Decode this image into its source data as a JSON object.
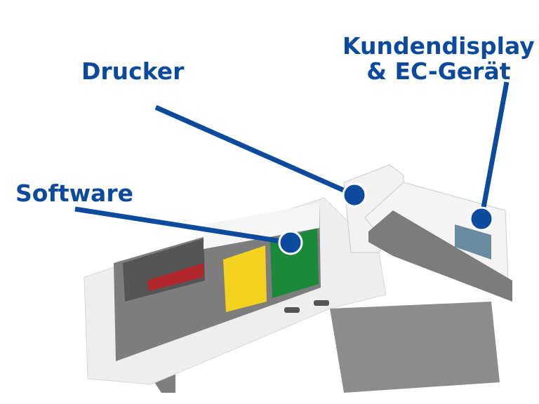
{
  "labels": {
    "printer": "Drucker",
    "software": "Software",
    "customer_display_line1": "Kundendisplay",
    "customer_display_line2": "& EC-Gerät"
  },
  "colors": {
    "accent": "#0b4a9c",
    "device_body": "#eeeeee",
    "device_base": "#8a8a8a",
    "screen": "#7d7d7d"
  }
}
